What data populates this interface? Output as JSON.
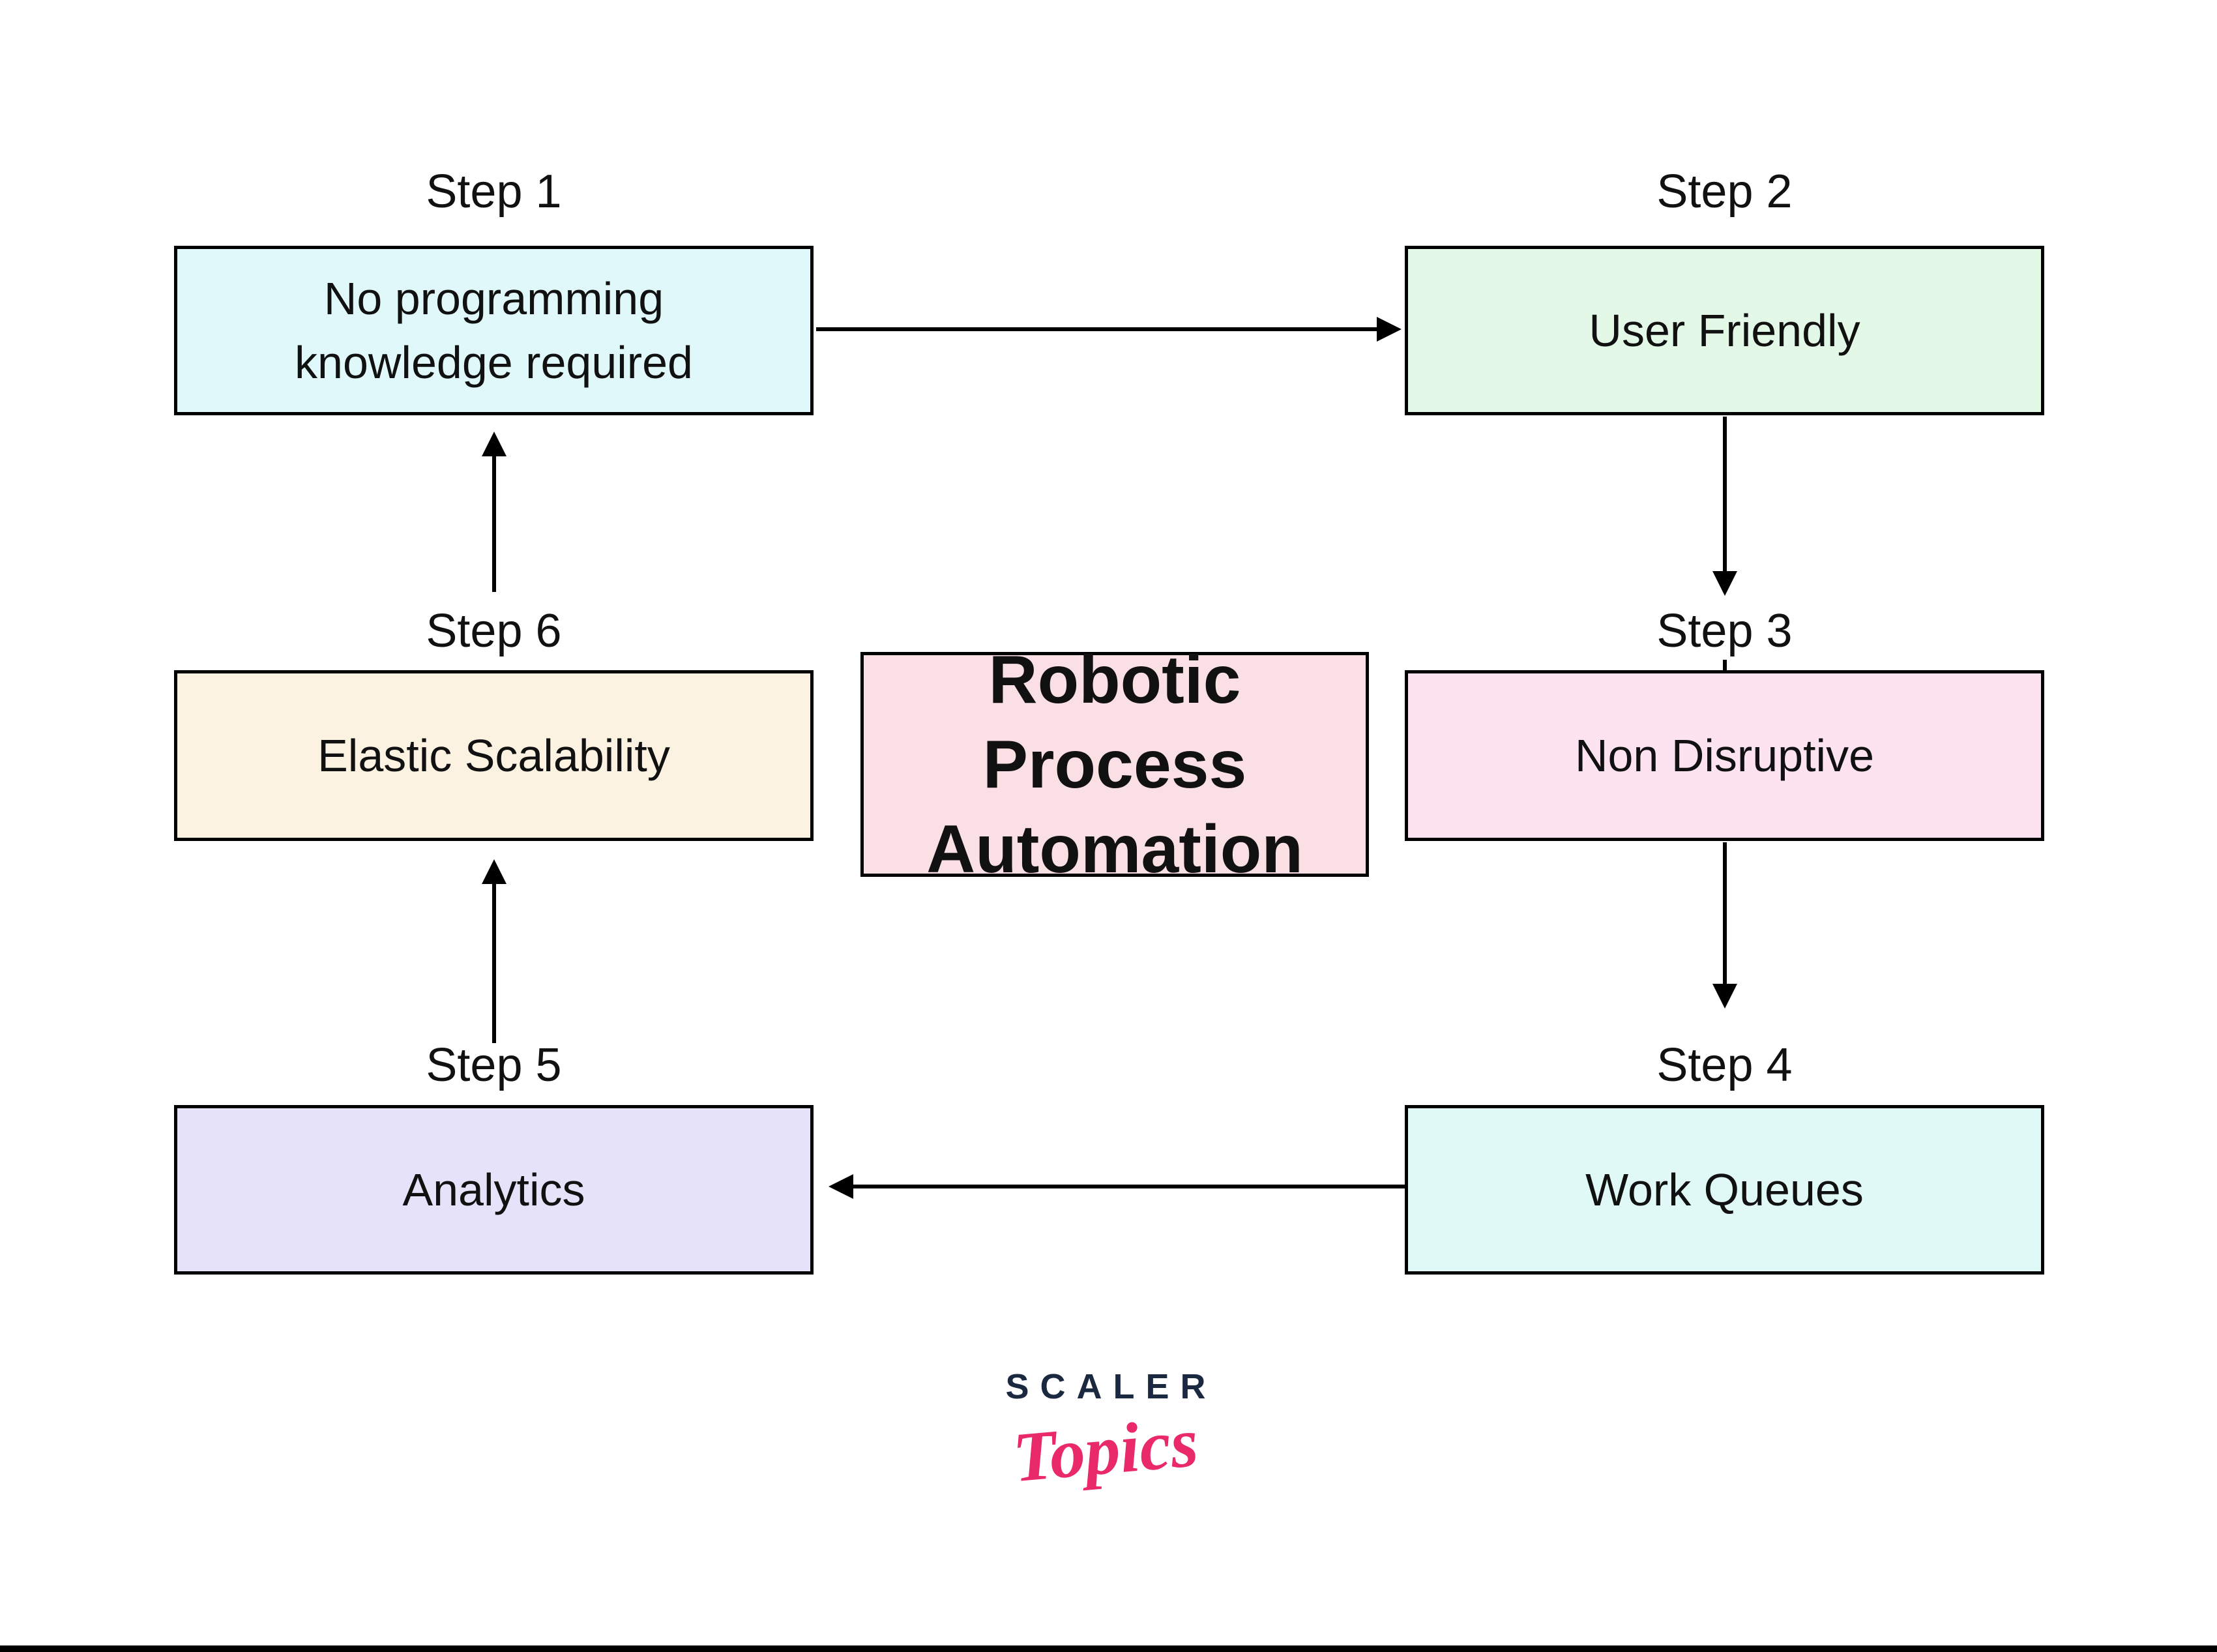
{
  "title_box": {
    "line1": "Robotic Process",
    "line2": "Automation",
    "fill": "#fadfe5"
  },
  "steps": [
    {
      "label": "Step 1",
      "text": "No programming knowledge required",
      "fill": "#e0f8fa"
    },
    {
      "label": "Step 2",
      "text": "User Friendly",
      "fill": "#e3f8e6"
    },
    {
      "label": "Step 3",
      "text": "Non Disruptive",
      "fill": "#fce3ef"
    },
    {
      "label": "Step 4",
      "text": "Work Queues",
      "fill": "#e0f8f6"
    },
    {
      "label": "Step 5",
      "text": "Analytics",
      "fill": "#e5e2f9"
    },
    {
      "label": "Step 6",
      "text": "Elastic Scalability",
      "fill": "#fcf2e2"
    }
  ],
  "connections": [
    {
      "from": "Step 1",
      "to": "Step 2"
    },
    {
      "from": "Step 2",
      "to": "Step 3"
    },
    {
      "from": "Step 3",
      "to": "Step 4"
    },
    {
      "from": "Step 4",
      "to": "Step 5"
    },
    {
      "from": "Step 5",
      "to": "Step 6"
    },
    {
      "from": "Step 6",
      "to": "Step 1"
    }
  ],
  "logo": {
    "brand": "SCALER",
    "sub": "Topics",
    "brand_color": "#1b2940",
    "sub_color": "#e9296a"
  },
  "colors": {
    "background": "#ffffff",
    "border": "#000000",
    "arrow": "#000000",
    "footer_bar": "#000000"
  }
}
